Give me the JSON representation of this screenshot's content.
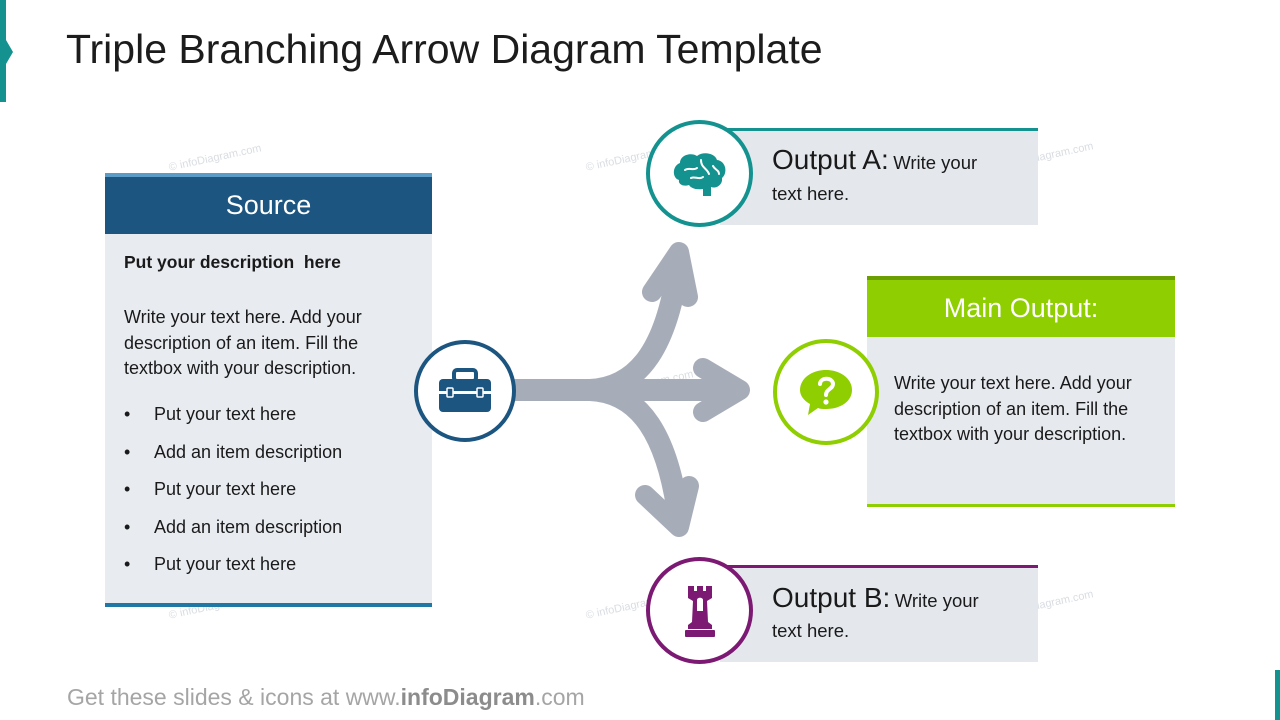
{
  "title": "Triple Branching Arrow Diagram Template",
  "watermark": "© infoDiagram.com",
  "source": {
    "header": "Source",
    "subtitle": "Put your description  here",
    "paragraph": "Write your text here. Add your description of an item. Fill the textbox with your description.",
    "bullets": [
      "Put your text here",
      "Add an item description",
      "Put your text here",
      "Add an item description",
      "Put your text here"
    ],
    "icon": "toolbox-icon"
  },
  "output_a": {
    "title": "Output A:",
    "desc_line1": "Write your",
    "desc_line2": "text here.",
    "icon": "brain-icon",
    "color": "#14928f"
  },
  "main_output": {
    "header": "Main Output:",
    "text": "Write your text here. Add your description of an item. Fill the textbox with your description.",
    "icon": "question-speech-bubble-icon",
    "color": "#8fce00"
  },
  "output_b": {
    "title": "Output B:",
    "desc_line1": "Write your",
    "desc_line2": "text here.",
    "icon": "chess-rook-icon",
    "color": "#7c1a73"
  },
  "colors": {
    "source": "#1b5580",
    "arrow": "#a7adb8",
    "teal": "#14928f",
    "green": "#8fce00",
    "purple": "#7c1a73"
  },
  "footer": {
    "prefix": "Get these slides & icons at www.",
    "brand": "infoDiagram",
    "suffix": ".com"
  }
}
